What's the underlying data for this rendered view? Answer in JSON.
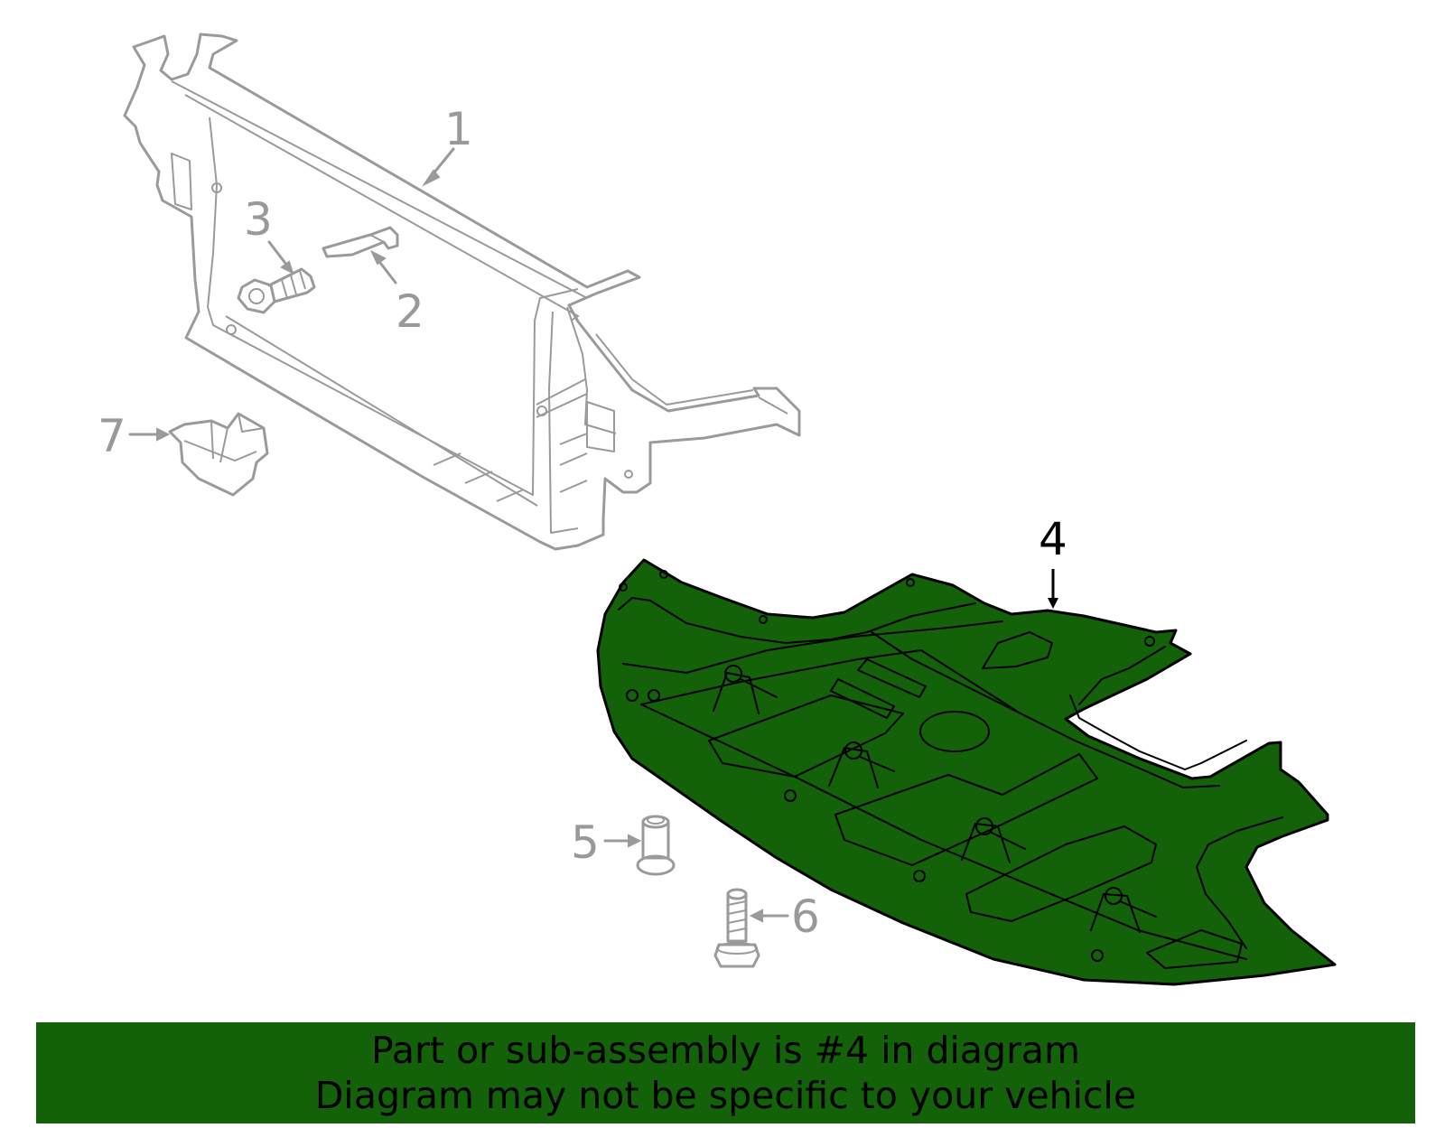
{
  "diagram": {
    "callouts": [
      {
        "id": "1",
        "label": "1"
      },
      {
        "id": "2",
        "label": "2"
      },
      {
        "id": "3",
        "label": "3"
      },
      {
        "id": "4",
        "label": "4"
      },
      {
        "id": "5",
        "label": "5"
      },
      {
        "id": "6",
        "label": "6"
      },
      {
        "id": "7",
        "label": "7"
      }
    ],
    "highlighted_part": "4",
    "colors": {
      "highlight_fill": "#136108",
      "outline_grey": "#9a9a9a",
      "callout_grey": "#999999",
      "banner_bg": "#136108",
      "text": "#000000"
    }
  },
  "banner": {
    "line1": "Part or sub-assembly is #4 in diagram",
    "line2": "Diagram may not be specific to your vehicle"
  }
}
